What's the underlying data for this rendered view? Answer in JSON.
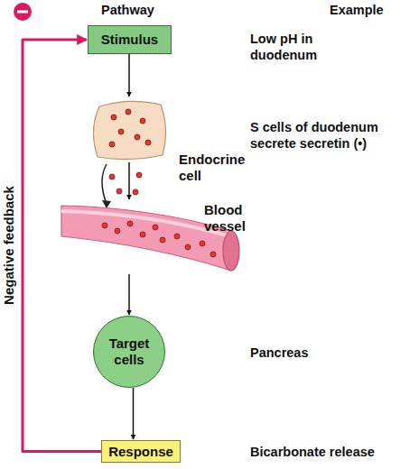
{
  "diagram": {
    "nodes": [
      {
        "text": [
          "Stimulus"
        ]
      },
      {
        "text": [
          "Endocrine cell"
        ]
      },
      {
        "text": [
          "Blood vessel"
        ]
      },
      {
        "text": [
          "Target cells"
        ]
      },
      {
        "text": [
          "Response"
        ]
      }
    ],
    "edges": [
      {
        "from": 0,
        "to": 1,
        "arrow": "to"
      },
      {
        "from": 1,
        "to": 2,
        "arrow": "to"
      },
      {
        "from": 2,
        "to": 3,
        "arrow": "to"
      },
      {
        "from": 3,
        "to": 4,
        "arrow": "to"
      },
      {
        "from": 4,
        "to": 0,
        "arrow": "to",
        "label": "Negative feedback"
      }
    ],
    "labels": [
      "Pathway",
      "Example",
      "Low pH in duodenum",
      "S cells of duodenum secrete secretin (•)",
      "Pancreas",
      "Bicarbonate release"
    ]
  }
}
